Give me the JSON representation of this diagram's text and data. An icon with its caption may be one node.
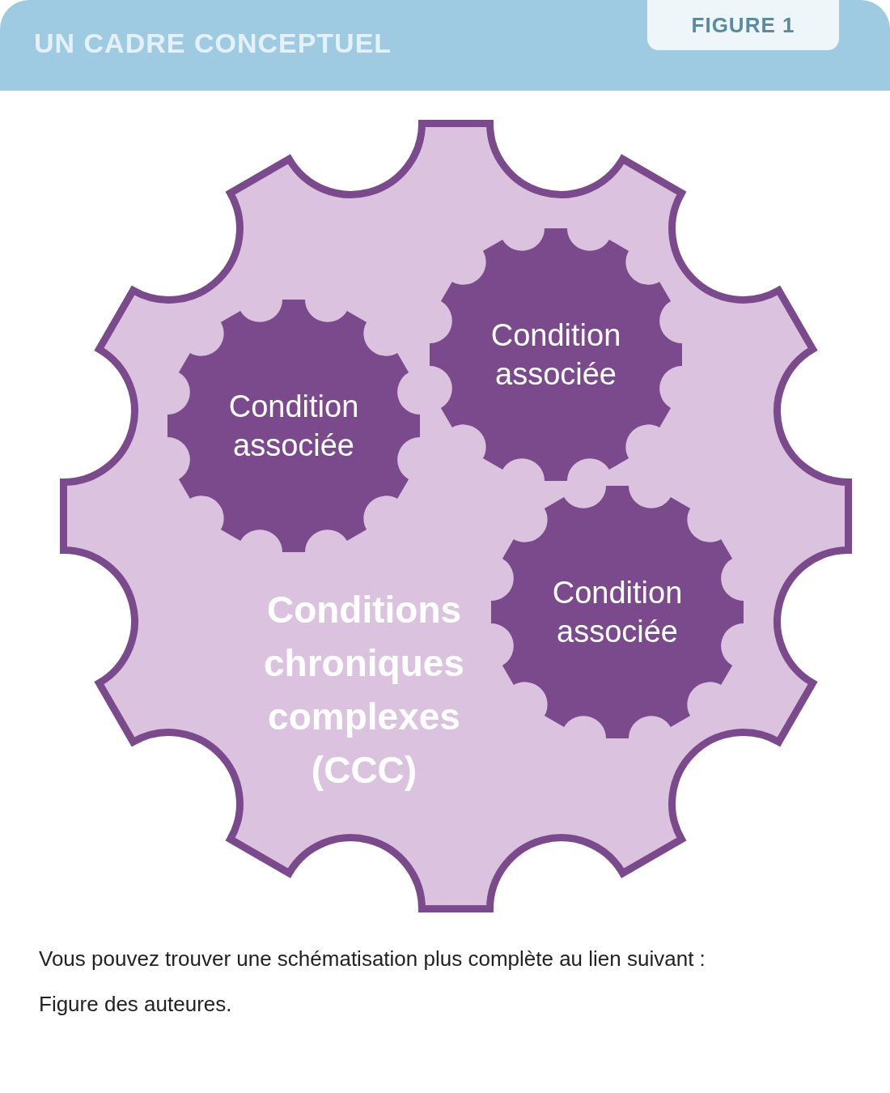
{
  "diagram": {
    "title": "UN CADRE CONCEPTUEL",
    "caption": "Vous pouvez trouver une schématisation plus complète au lien suivant :",
    "nodes": [
      {
        "text": [
          "Conditions chroniques complexes (CCC)"
        ]
      },
      {
        "text": [
          "Condition associée"
        ],
        "in": 0
      },
      {
        "text": [
          "Condition associée"
        ],
        "in": 0
      },
      {
        "text": [
          "Condition associée"
        ],
        "in": 0
      }
    ],
    "labels": [
      "FIGURE 1",
      "Figure des auteures."
    ]
  }
}
